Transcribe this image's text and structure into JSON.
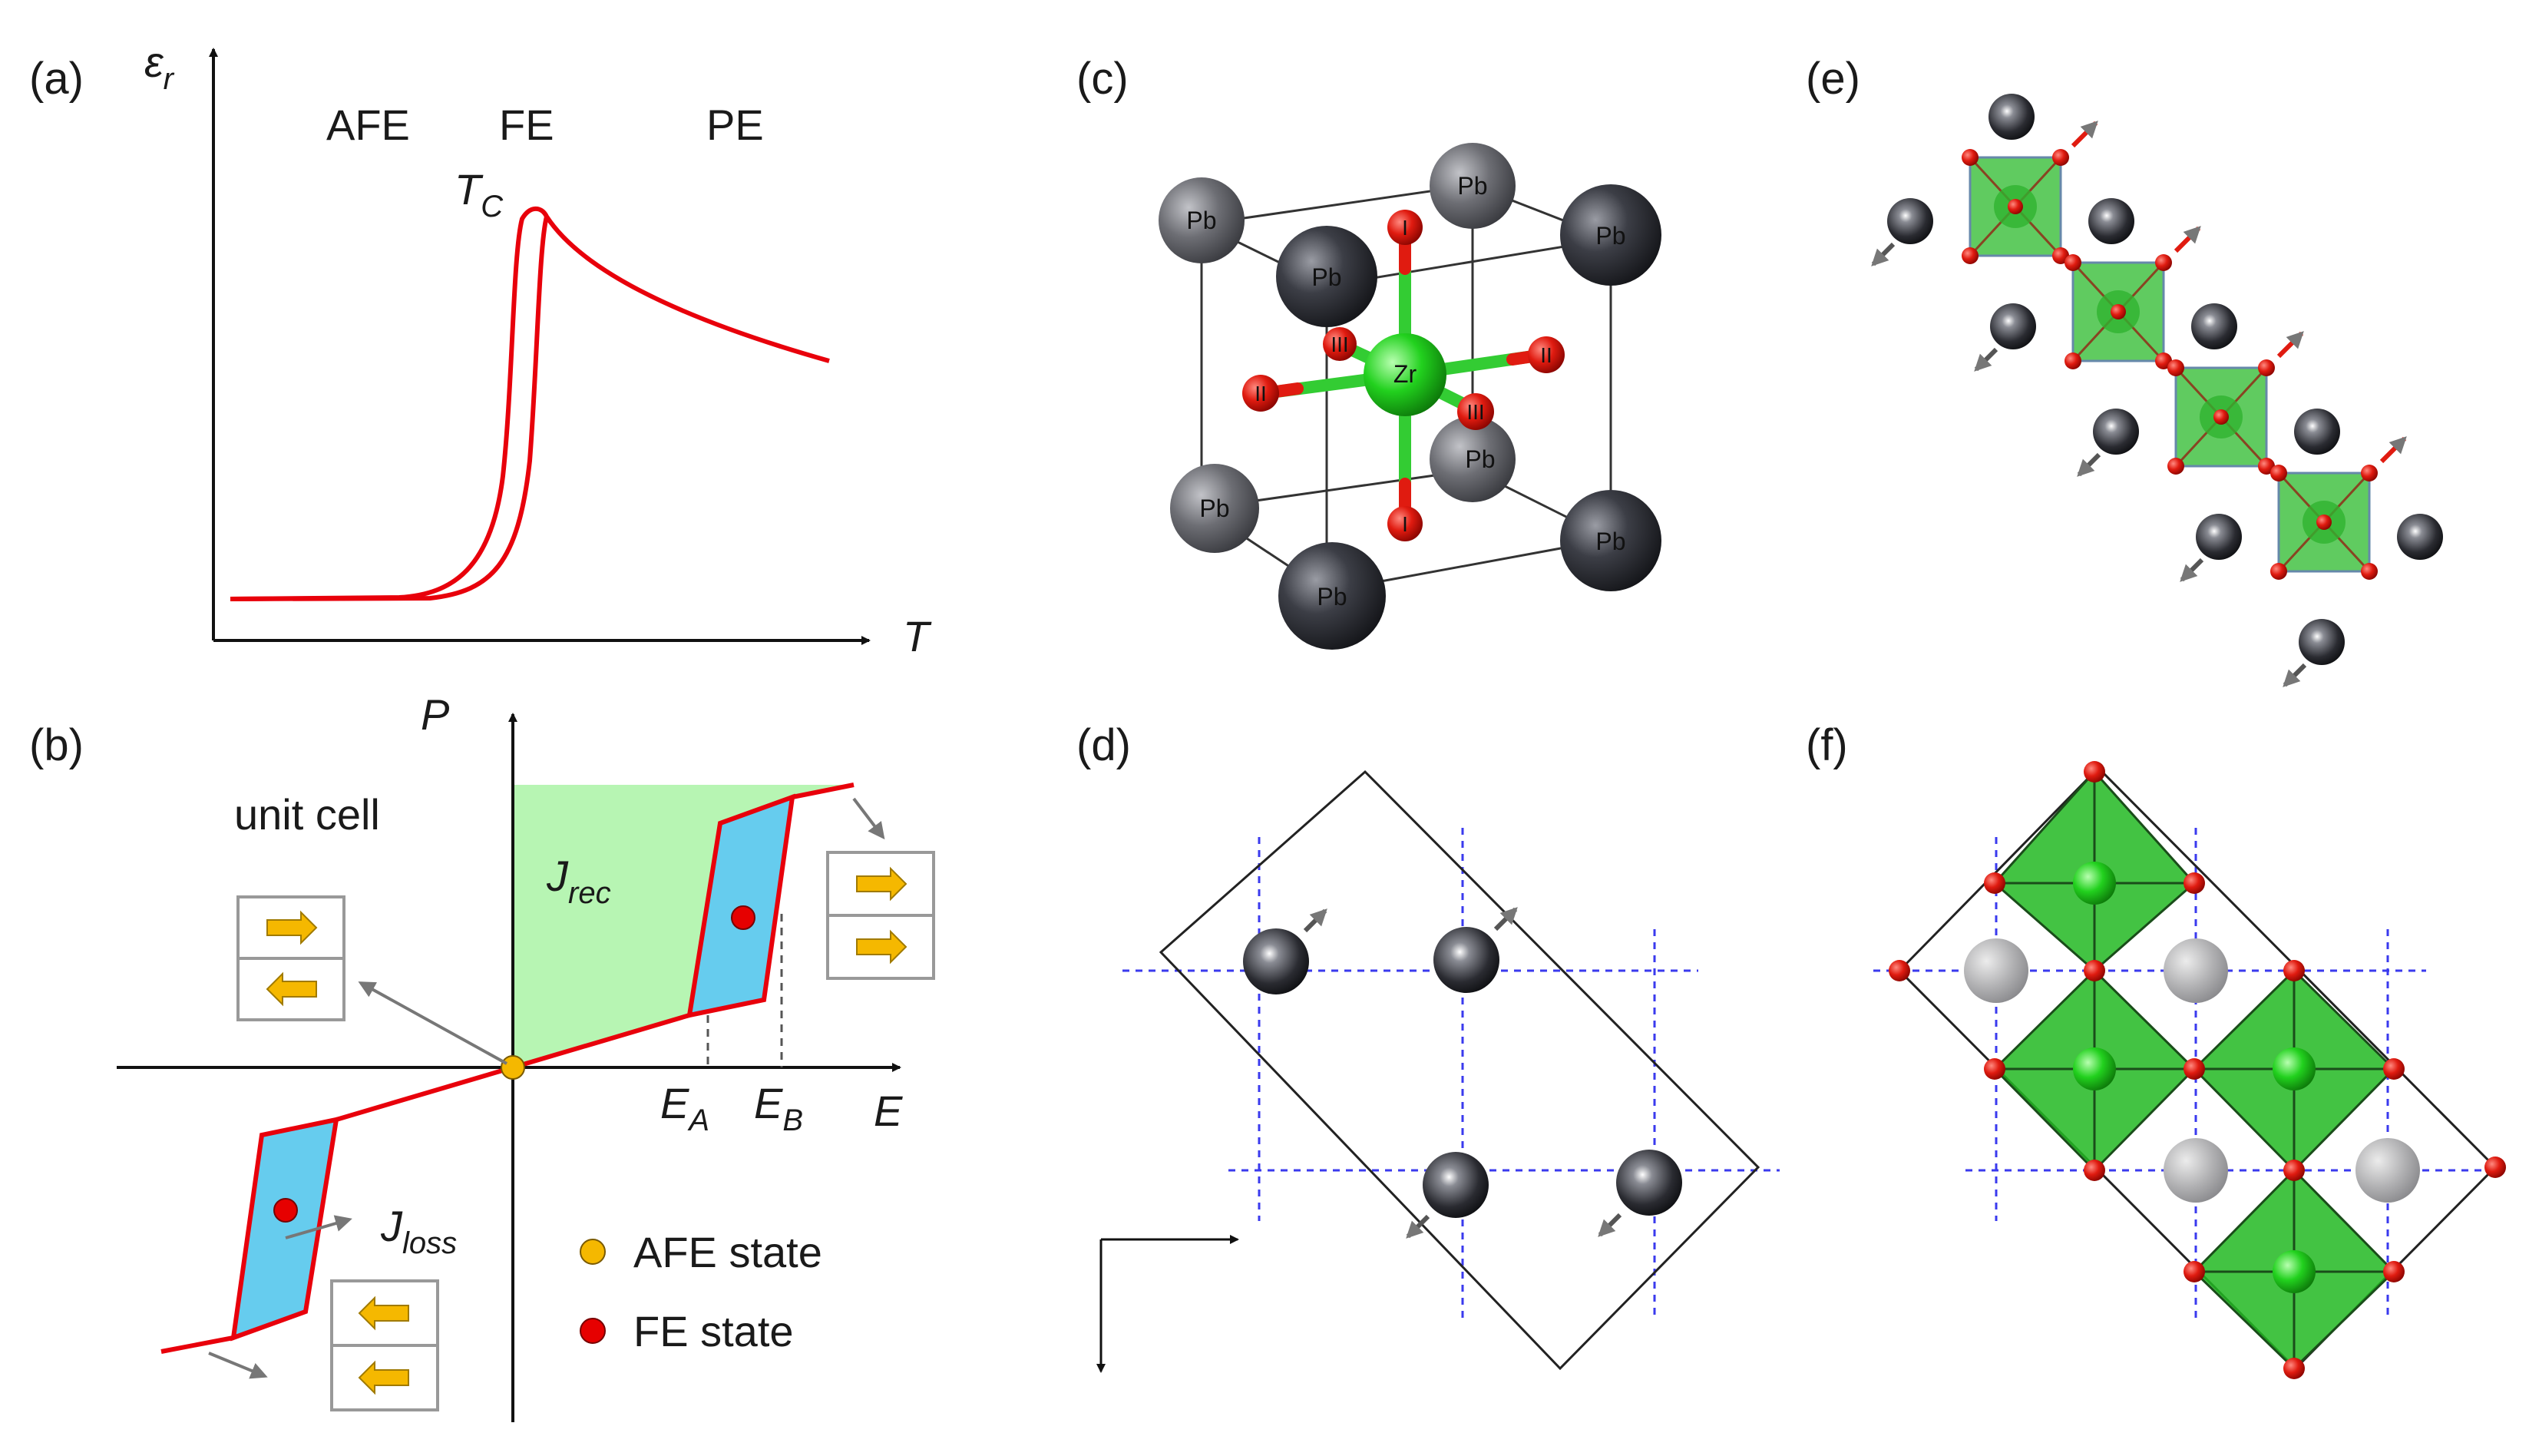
{
  "panels": {
    "a": {
      "label": "(a)",
      "y_axis": "ε",
      "y_axis_sub": "r",
      "x_axis": "T",
      "regions": [
        "AFE",
        "FE",
        "PE"
      ],
      "peak_label": "T",
      "peak_label_sub": "C"
    },
    "b": {
      "label": "(b)",
      "y_axis": "P",
      "x_axis": "E",
      "unit_cell": "unit cell",
      "j_rec": "J",
      "j_rec_sub": "rec",
      "j_loss": "J",
      "j_loss_sub": "loss",
      "e_a": "E",
      "e_a_sub": "A",
      "e_b": "E",
      "e_b_sub": "B",
      "legend_afe": "AFE state",
      "legend_fe": "FE state",
      "colors": {
        "afe": "#f5b800",
        "fe": "#e60000",
        "loop_fill": "#66ccee",
        "jrec_fill": "#b7f5b3",
        "curve": "#e8000b"
      }
    },
    "c": {
      "label": "(c)",
      "center_atom": "Zr",
      "corner_atom": "Pb",
      "oxygen_labels": [
        "I",
        "II",
        "III"
      ]
    },
    "d": {
      "label": "(d)"
    },
    "e": {
      "label": "(e)"
    },
    "f": {
      "label": "(f)"
    }
  }
}
